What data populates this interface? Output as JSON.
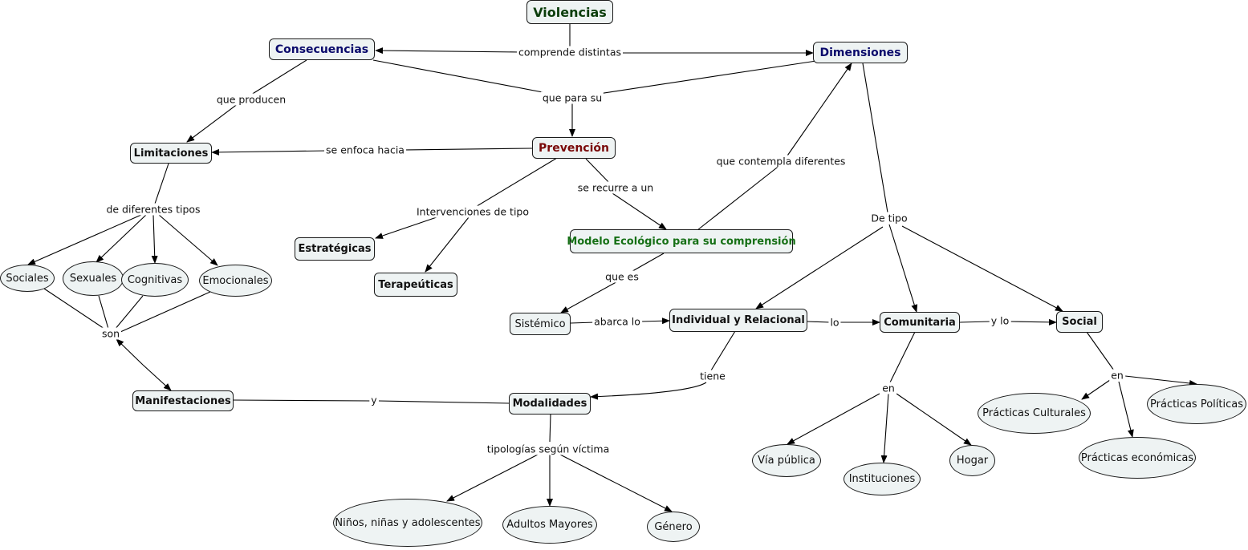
{
  "concepts": {
    "violencias": "Violencias",
    "consecuencias": "Consecuencias",
    "dimensiones": "Dimensiones",
    "limitaciones": "Limitaciones",
    "prevencion": "Prevención",
    "estrategicas": "Estratégicas",
    "terapeuticas": "Terapeúticas",
    "modelo": "Modelo Ecológico para su comprensión",
    "sistemico": "Sistémico",
    "individual": "Individual y Relacional",
    "comunitaria": "Comunitaria",
    "social": "Social",
    "sociales": "Sociales",
    "sexuales": "Sexuales",
    "cognitivas": "Cognitivas",
    "emocionales": "Emocionales",
    "manifestaciones": "Manifestaciones",
    "modalidades": "Modalidades",
    "ninos": "Niños, niñas y adolescentes",
    "adultos": "Adultos Mayores",
    "genero": "Género",
    "via_publica": "Vía pública",
    "instituciones": "Instituciones",
    "hogar": "Hogar",
    "practicas_culturales": "Prácticas Culturales",
    "practicas_politicas": "Prácticas Políticas",
    "practicas_economicas": "Prácticas económicas"
  },
  "links": {
    "comprende": "comprende distintas",
    "que_producen": "que producen",
    "que_para_su": "que para su",
    "se_enfoca": "se enfoca hacia",
    "de_diferentes": "de diferentes tipos",
    "intervenciones": "Intervenciones de tipo",
    "se_recurre": "se recurre a un",
    "que_contempla": "que contempla diferentes",
    "de_tipo": "De tipo",
    "que_es": "que es",
    "abarca": "abarca lo",
    "lo": "lo",
    "y_lo": "y lo",
    "son": "son",
    "tiene": "tiene",
    "y": "y",
    "tipologias": "tipologías según víctima",
    "en_comunitaria": "en",
    "en_social": "en"
  },
  "colors": {
    "title": "#0b3d0b",
    "navy": "#0a0a6b",
    "maroon": "#7a0a0a",
    "green": "#167016",
    "node_fill": "#eef3f3"
  }
}
